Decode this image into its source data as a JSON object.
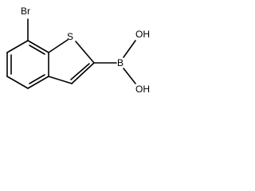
{
  "molecule": {
    "atoms": {
      "bromine": "Br",
      "sulfur": "S",
      "boron": "B",
      "hydroxyl_top": "OH",
      "hydroxyl_bottom": "OH"
    }
  }
}
